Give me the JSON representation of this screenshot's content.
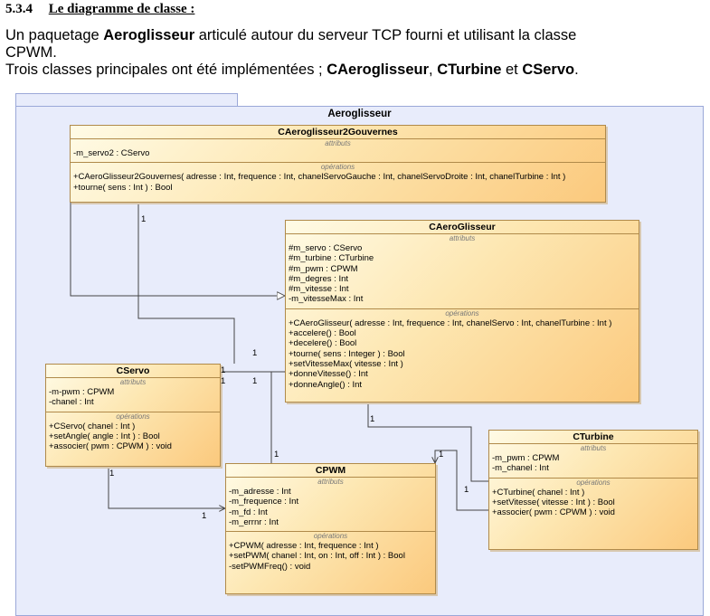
{
  "header": {
    "number": "5.3.4",
    "title": "Le diagramme de classe :"
  },
  "intro": {
    "l1a": "Un paquetage ",
    "l1b": "Aeroglisseur",
    "l1c": " articulé autour du serveur TCP fourni et utilisant la classe",
    "l2": "CPWM.",
    "l3a": "Trois classes principales ont été implémentées ; ",
    "l3b": "CAeroglisseur",
    "l3c": ", ",
    "l3d": "CTurbine",
    "l3e": " et ",
    "l3f": "CServo",
    "l3g": "."
  },
  "package": {
    "name": "Aeroglisseur"
  },
  "labels": {
    "attributes": "attributs",
    "operations": "opérations"
  },
  "classes": {
    "gouvernes": {
      "name": "CAeroglisseur2Gouvernes",
      "attributes": [
        "-m_servo2 : CServo"
      ],
      "operations": [
        "+CAeroGlisseur2Gouvernes( adresse : Int, frequence : Int, chanelServoGauche : Int, chanelServoDroite : Int, chanelTurbine : Int )",
        "+tourne( sens : Int ) : Bool"
      ]
    },
    "aero": {
      "name": "CAeroGlisseur",
      "attributes": [
        "#m_servo : CServo",
        "#m_turbine : CTurbine",
        "#m_pwm : CPWM",
        "#m_degres : Int",
        "#m_vitesse : Int",
        "-m_vitesseMax : Int"
      ],
      "operations": [
        "+CAeroGlisseur( adresse : Int, frequence : Int, chanelServo : Int, chanelTurbine : Int )",
        "+accelere() : Bool",
        "+decelere() : Bool",
        "+tourne( sens : Integer ) : Bool",
        "+setVitesseMax( vitesse : Int )",
        "+donneVitesse() : Int",
        "+donneAngle() : Int"
      ]
    },
    "servo": {
      "name": "CServo",
      "attributes": [
        "-m-pwm : CPWM",
        "-chanel : Int"
      ],
      "operations": [
        "+CServo( chanel : Int )",
        "+setAngle( angle : Int ) : Bool",
        "+associer( pwm : CPWM ) : void"
      ]
    },
    "pwm": {
      "name": "CPWM",
      "attributes": [
        "-m_adresse : Int",
        "-m_frequence : Int",
        "-m_fd : Int",
        "-m_errnr : Int"
      ],
      "operations": [
        "+CPWM( adresse : Int, frequence : Int )",
        "+setPWM( chanel : Int, on : Int, off : Int ) : Bool",
        "-setPWMFreq() : void"
      ]
    },
    "turbine": {
      "name": "CTurbine",
      "attributes": [
        "-m_pwm : CPWM",
        "-m_chanel : Int"
      ],
      "operations": [
        "+CTurbine( chanel : Int )",
        "+setVitesse( vitesse : Int ) : Bool",
        "+associer( pwm : CPWM ) : void"
      ]
    }
  },
  "multiplicities": {
    "m1": "1",
    "m2": "1",
    "m3": "1",
    "m4": "1",
    "m5": "1",
    "m6": "1",
    "m7": "1",
    "m8": "1",
    "m9": "1",
    "m10": "1",
    "m11": "1"
  }
}
